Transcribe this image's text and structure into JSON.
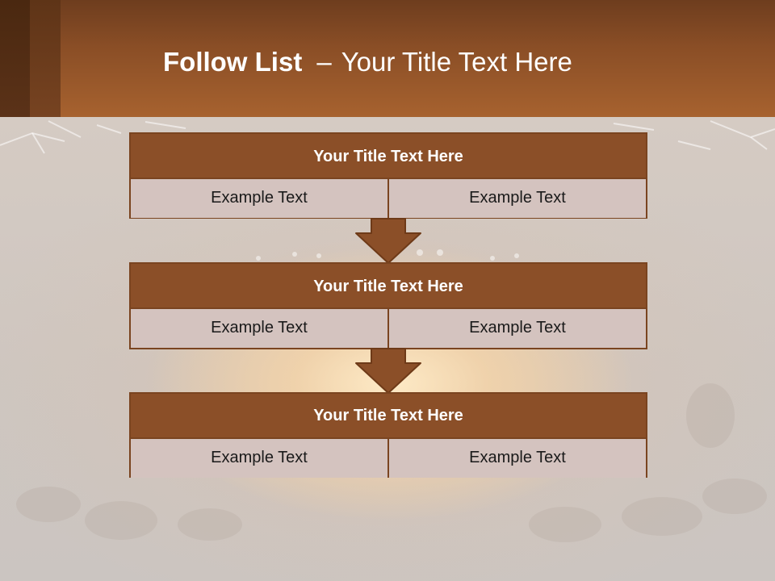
{
  "slide": {
    "title_bold": "Follow List",
    "title_dash": "–",
    "title_rest": "Your Title Text Here"
  },
  "blocks": [
    {
      "title": "Your Title Text Here",
      "cells": [
        "Example Text",
        "Example Text"
      ]
    },
    {
      "title": "Your Title Text Here",
      "cells": [
        "Example Text",
        "Example Text"
      ]
    },
    {
      "title": "Your Title Text Here",
      "cells": [
        "Example Text",
        "Example Text"
      ]
    }
  ],
  "colors": {
    "header_brown": "#a7622f",
    "block_title_brown": "#8b4f28",
    "cell_pink": "#d4c3bf",
    "border_brown": "#7a4420"
  },
  "icons": [
    "down-arrow-icon",
    "down-arrow-icon"
  ]
}
